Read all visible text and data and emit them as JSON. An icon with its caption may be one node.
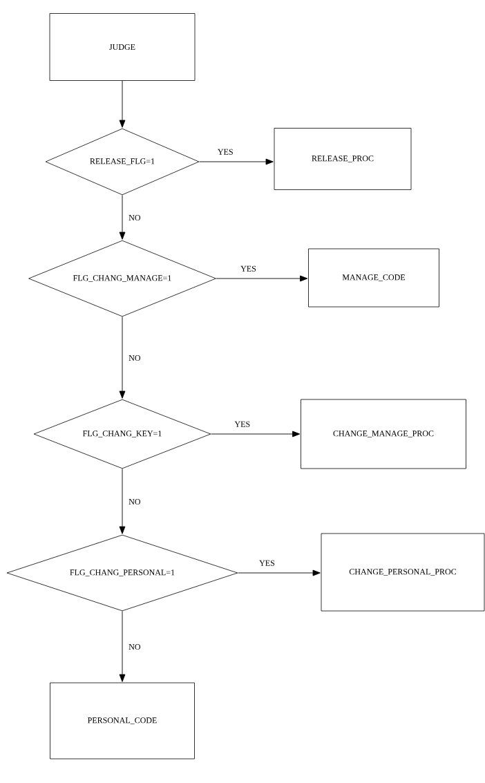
{
  "diagram": {
    "nodes": [
      {
        "text": [
          "JUDGE"
        ]
      },
      {
        "text": [
          "RELEASE_FLG=1"
        ]
      },
      {
        "text": [
          "RELEASE_PROC"
        ]
      },
      {
        "text": [
          "FLG_CHANG_MANAGE=1"
        ]
      },
      {
        "text": [
          "MANAGE_CODE"
        ]
      },
      {
        "text": [
          "FLG_CHANG_KEY=1"
        ]
      },
      {
        "text": [
          "CHANGE_MANAGE_PROC"
        ]
      },
      {
        "text": [
          "FLG_CHANG_PERSONAL=1"
        ]
      },
      {
        "text": [
          "CHANGE_PERSONAL_PROC"
        ]
      },
      {
        "text": [
          "PERSONAL_CODE"
        ]
      }
    ],
    "edges": [
      {
        "from": 0,
        "to": 1,
        "arrow": "to"
      },
      {
        "from": 1,
        "to": 2,
        "arrow": "to",
        "label": "YES"
      },
      {
        "from": 1,
        "to": 3,
        "arrow": "to",
        "label": "NO"
      },
      {
        "from": 3,
        "to": 4,
        "arrow": "to",
        "label": "YES"
      },
      {
        "from": 3,
        "to": 5,
        "arrow": "to",
        "label": "NO"
      },
      {
        "from": 5,
        "to": 6,
        "arrow": "to",
        "label": "YES"
      },
      {
        "from": 5,
        "to": 7,
        "arrow": "to",
        "label": "NO"
      },
      {
        "from": 7,
        "to": 8,
        "arrow": "to",
        "label": "YES"
      },
      {
        "from": 7,
        "to": 9,
        "arrow": "to",
        "label": "NO"
      }
    ]
  }
}
